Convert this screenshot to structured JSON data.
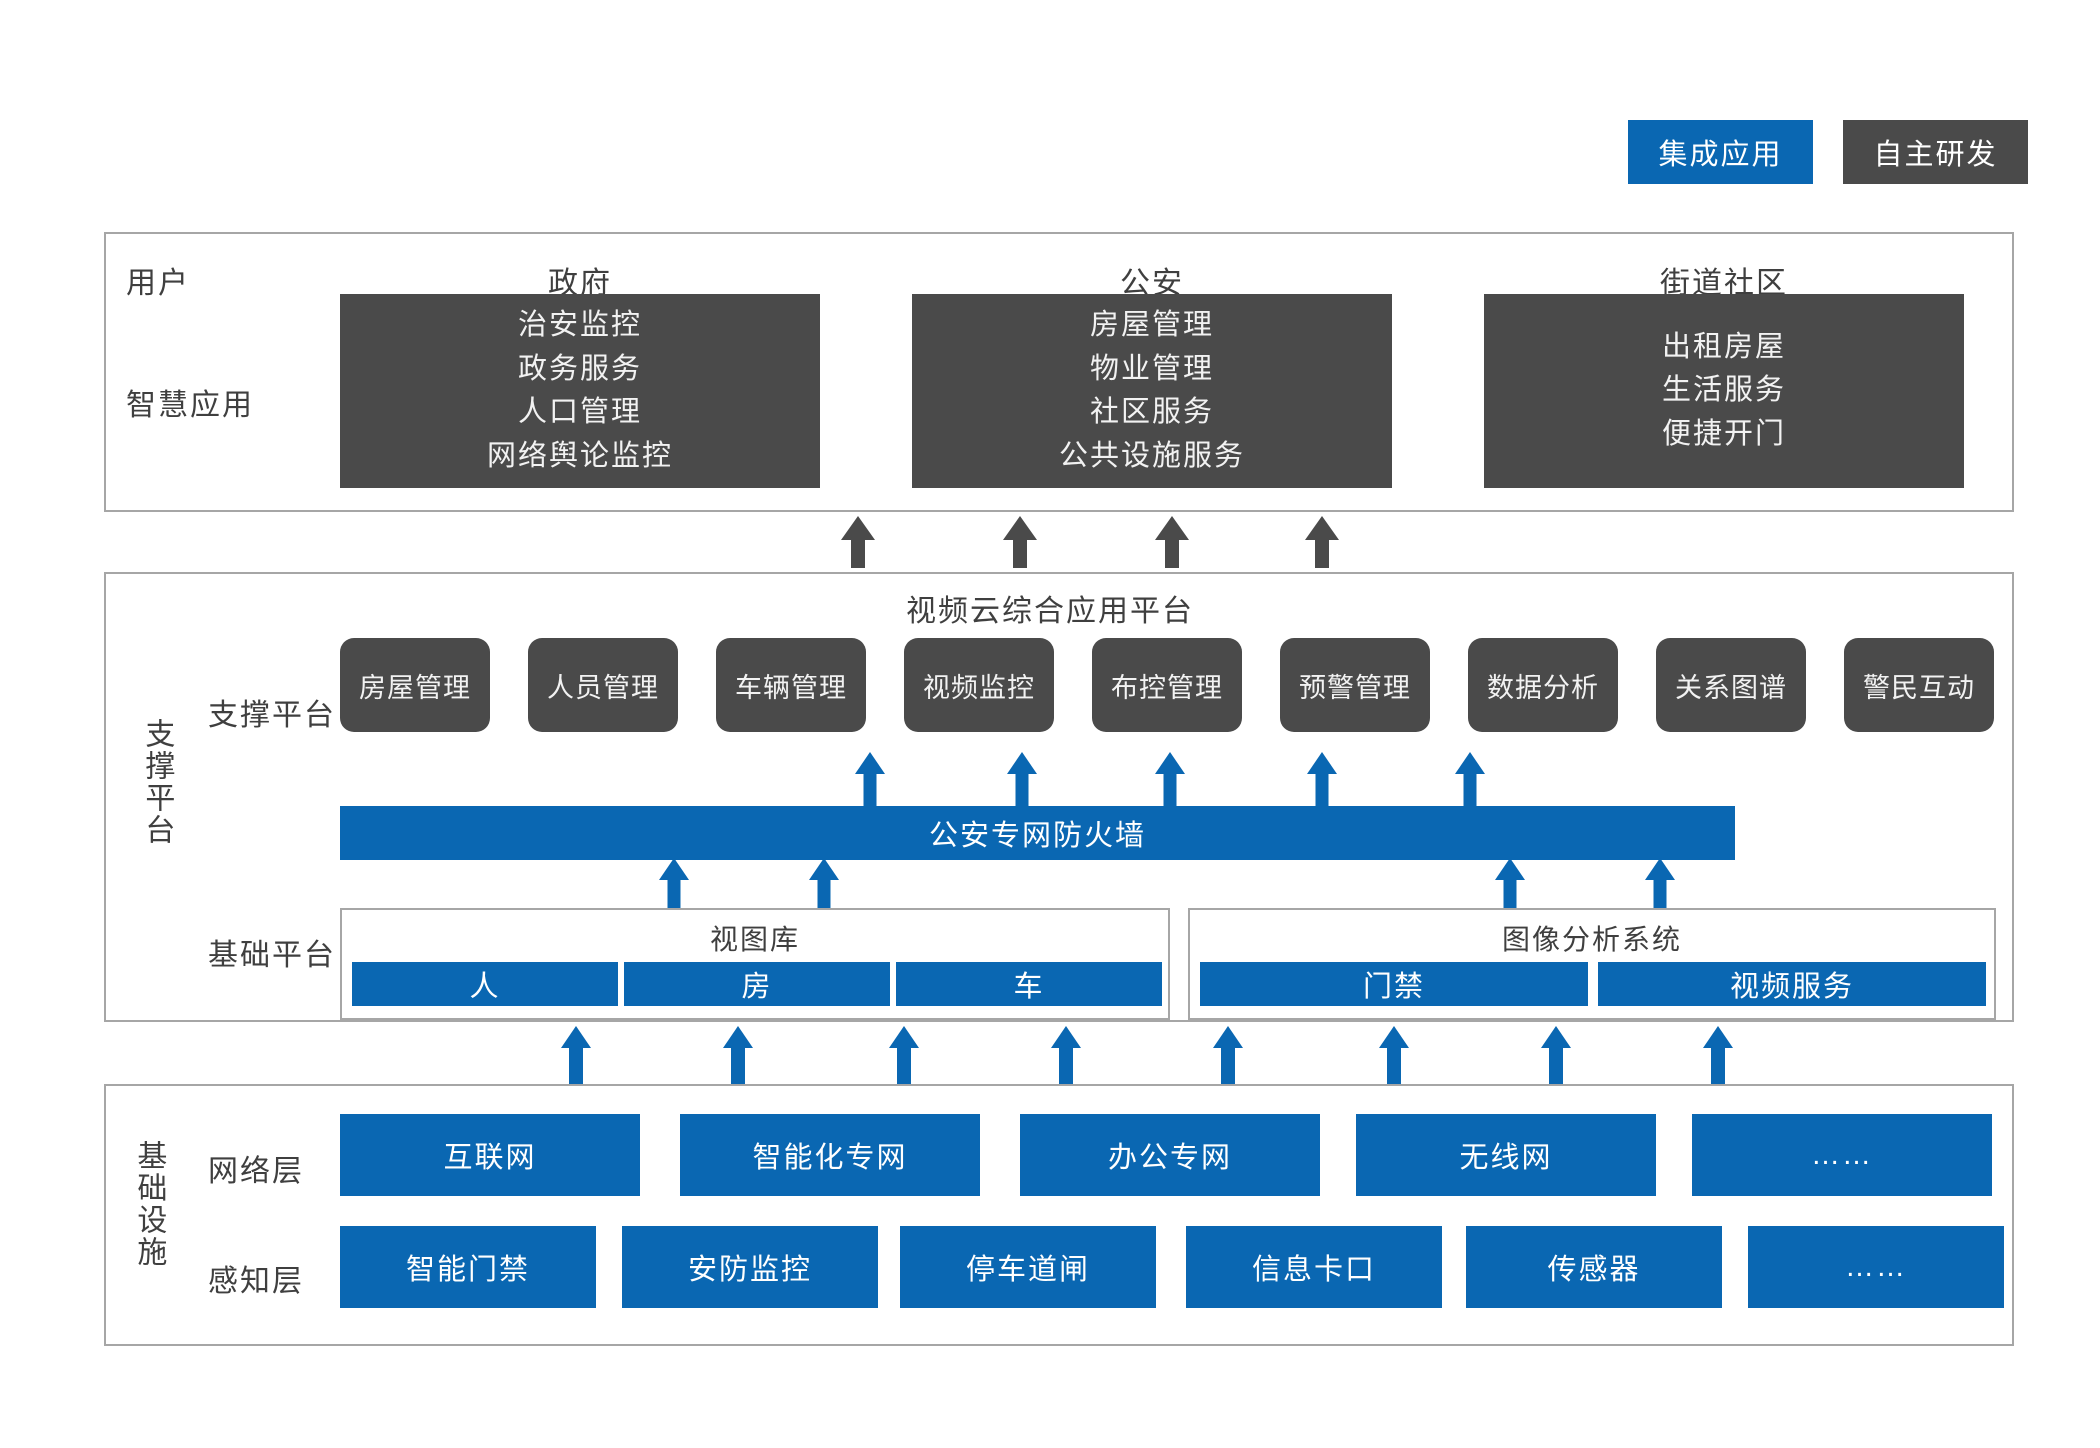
{
  "legend": [
    {
      "label": "集成应用",
      "style": "blue",
      "color": "#0a67b2"
    },
    {
      "label": "自主研发",
      "style": "gray",
      "color": "#4a4a4a"
    }
  ],
  "application_section": {
    "row_labels": {
      "user": "用户",
      "smart_app": "智慧应用"
    },
    "columns": [
      {
        "title": "政府",
        "items": [
          "治安监控",
          "政务服务",
          "人口管理",
          "网络舆论监控"
        ]
      },
      {
        "title": "公安",
        "items": [
          "房屋管理",
          "物业管理",
          "社区服务",
          "公共设施服务"
        ]
      },
      {
        "title": "街道社区",
        "items": [
          "出租房屋",
          "生活服务",
          "便捷开门"
        ]
      }
    ]
  },
  "platform_section": {
    "side_label": "支撑平台",
    "title": "视频云综合应用平台",
    "support_label": "支撑平台",
    "support_items": [
      "房屋管理",
      "人员管理",
      "车辆管理",
      "视频监控",
      "布控管理",
      "预警管理",
      "数据分析",
      "关系图谱",
      "警民互动"
    ],
    "firewall": "公安专网防火墙",
    "base_label": "基础平台",
    "base_groups": [
      {
        "title": "视图库",
        "items": [
          "人",
          "房",
          "车"
        ]
      },
      {
        "title": "图像分析系统",
        "items": [
          "门禁",
          "视频服务"
        ]
      }
    ]
  },
  "infrastructure_section": {
    "side_label": "基础设施",
    "rows": [
      {
        "label": "网络层",
        "items": [
          "互联网",
          "智能化专网",
          "办公专网",
          "无线网",
          "……"
        ]
      },
      {
        "label": "感知层",
        "items": [
          "智能门禁",
          "安防监控",
          "停车道闸",
          "信息卡口",
          "传感器",
          "……"
        ]
      }
    ]
  },
  "colors": {
    "blue": "#0a67b2",
    "dark_gray": "#4a4a4a",
    "border_gray": "#a6a6a6"
  }
}
